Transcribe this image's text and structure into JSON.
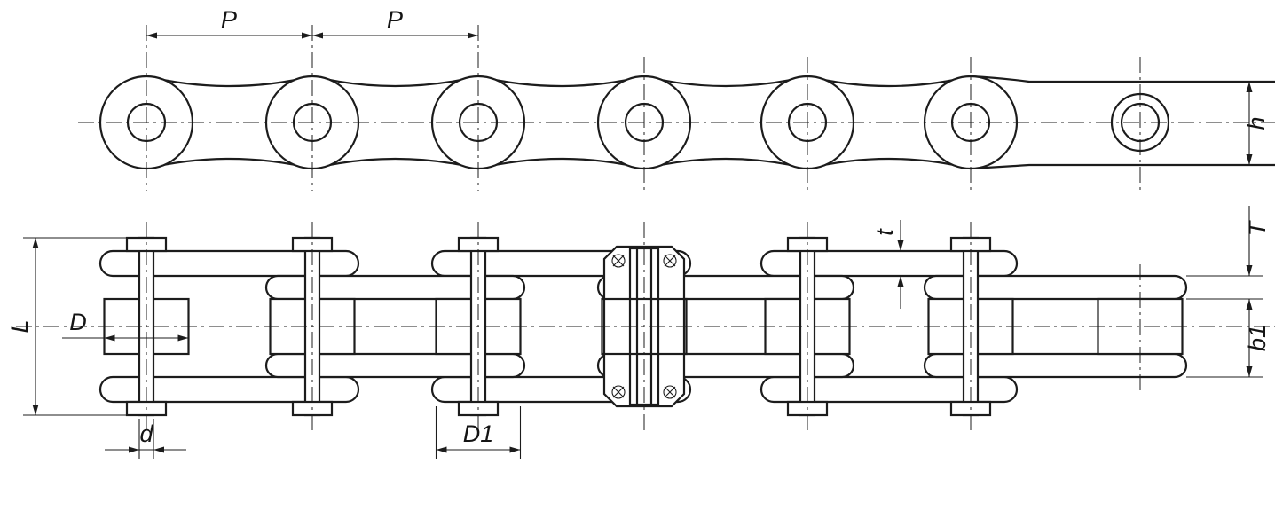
{
  "drawing": {
    "title": "Roller chain two-view dimensioned engineering drawing",
    "labels": {
      "pitch_1": "P",
      "pitch_2": "P",
      "plate_height": "h",
      "overall_pin_length": "L",
      "roller_diameter": "D",
      "pin_diameter": "d",
      "bushing_diameter": "D1",
      "plate_thickness_t": "t",
      "plate_thickness_T": "T",
      "inner_width": "b1"
    },
    "colors": {
      "line": "#1c1c1c",
      "background": "#ffffff"
    }
  }
}
